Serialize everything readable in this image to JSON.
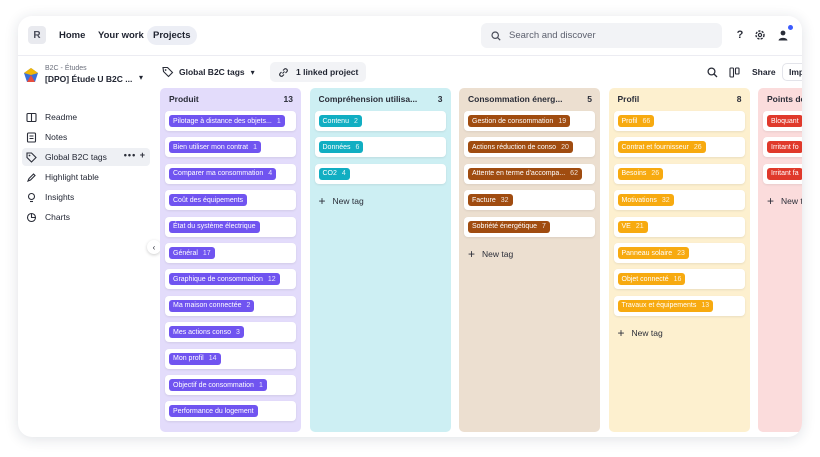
{
  "nav": {
    "workspace_initial": "R",
    "home": "Home",
    "your_work": "Your work",
    "projects": "Projects",
    "search_placeholder": "Search and discover",
    "help": "?"
  },
  "sidebar": {
    "project_sub": "B2C - Études",
    "project_name": "[DPO] Étude U B2C ...",
    "items": [
      {
        "label": "Readme",
        "icon": "readme-icon"
      },
      {
        "label": "Notes",
        "icon": "notes-icon"
      },
      {
        "label": "Global B2C tags",
        "icon": "tags-icon"
      },
      {
        "label": "Highlight table",
        "icon": "pen-icon"
      },
      {
        "label": "Insights",
        "icon": "lightbulb-icon"
      },
      {
        "label": "Charts",
        "icon": "pie-chart-icon"
      }
    ]
  },
  "toolbar": {
    "tag_board": "Global B2C tags",
    "linked": "1 linked project",
    "share": "Share",
    "import": "Import"
  },
  "board": {
    "new_tag": "New tag",
    "columns": [
      {
        "title": "Produit",
        "count": "13",
        "bg": "#e3dcfb",
        "tag_color": "#7054f0",
        "tags": [
          {
            "label": "Pilotage à distance des objets...",
            "count": "1"
          },
          {
            "label": "Bien utiliser mon contrat",
            "count": "1"
          },
          {
            "label": "Comparer ma consommation",
            "count": "4"
          },
          {
            "label": "Coût des équipements",
            "count": ""
          },
          {
            "label": "État du système électrique",
            "count": ""
          },
          {
            "label": "Général",
            "count": "17"
          },
          {
            "label": "Graphique de consommation",
            "count": "12"
          },
          {
            "label": "Ma maison connectée",
            "count": "2"
          },
          {
            "label": "Mes actions conso",
            "count": "3"
          },
          {
            "label": "Mon profil",
            "count": "14"
          },
          {
            "label": "Objectif de consommation",
            "count": "1"
          },
          {
            "label": "Performance du logement",
            "count": ""
          }
        ]
      },
      {
        "title": "Compréhension utilisa...",
        "count": "3",
        "bg": "#cdeff3",
        "tag_color": "#11aec2",
        "tags": [
          {
            "label": "Contenu",
            "count": "2"
          },
          {
            "label": "Données",
            "count": "6"
          },
          {
            "label": "CO2",
            "count": "4"
          }
        ]
      },
      {
        "title": "Consommation énerg...",
        "count": "5",
        "bg": "#ecdfd0",
        "tag_color": "#a04c10",
        "tags": [
          {
            "label": "Gestion de consommation",
            "count": "19"
          },
          {
            "label": "Actions réduction de conso",
            "count": "20"
          },
          {
            "label": "Attente en terme d'accompa...",
            "count": "62"
          },
          {
            "label": "Facture",
            "count": "32"
          },
          {
            "label": "Sobriété énergétique",
            "count": "7"
          }
        ]
      },
      {
        "title": "Profil",
        "count": "8",
        "bg": "#fdf0cf",
        "tag_color": "#f7aa10",
        "tags": [
          {
            "label": "Profil",
            "count": "66"
          },
          {
            "label": "Contrat et fournisseur",
            "count": "26"
          },
          {
            "label": "Besoins",
            "count": "26"
          },
          {
            "label": "Motivations",
            "count": "32"
          },
          {
            "label": "VE",
            "count": "21"
          },
          {
            "label": "Panneau solaire",
            "count": "23"
          },
          {
            "label": "Objet connecté",
            "count": "16"
          },
          {
            "label": "Travaux et équipements",
            "count": "13"
          }
        ]
      },
      {
        "title": "Points de",
        "count": "",
        "bg": "#fbdcdc",
        "tag_color": "#e0392b",
        "tags": [
          {
            "label": "Bloquant",
            "count": ""
          },
          {
            "label": "Irritant fo",
            "count": ""
          },
          {
            "label": "Irritant fa",
            "count": ""
          }
        ]
      }
    ]
  }
}
